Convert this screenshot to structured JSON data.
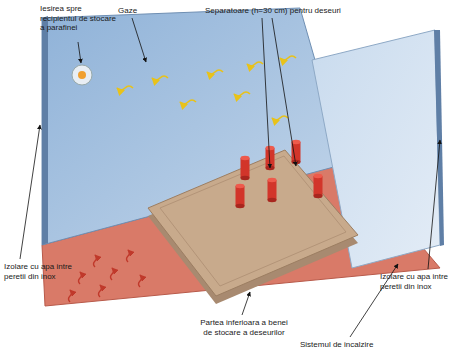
{
  "diagram": {
    "labels": [
      "Iesirea spre recipientul de stocare a parafinei",
      "Gaze",
      "Separatoare (h=30 cm) pentru deseuri",
      "Izolare cu apa intre peretii din inox",
      "Partea inferioara a benei de stocare a deseurilor",
      "Sistemul de incalzire",
      "Izolare cu apa intre peretii din inox"
    ]
  }
}
